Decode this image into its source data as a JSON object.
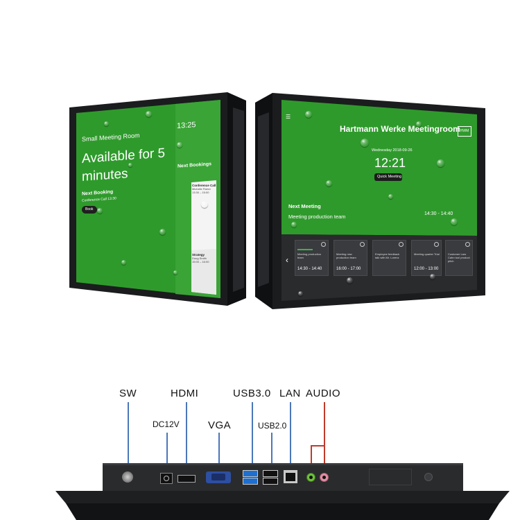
{
  "left_screen": {
    "room_name": "Small Meeting Room",
    "status": "Available for 5 minutes",
    "time": "13:25",
    "next_bookings_title": "Next Bookings",
    "next_booking_label": "Next Booking",
    "next_booking_detail": "Conference Call 13:30",
    "booking_button": "Book",
    "booking_card_1": {
      "title": "Conference Call",
      "person": "Michelle Fisher",
      "time": "13:30 – 15:00"
    },
    "booking_card_2": {
      "title": "Strategy",
      "person": "Doug Smith",
      "time": "15:00 – 16:00"
    }
  },
  "right_screen": {
    "room_name": "Hartmann Werke Meetingroom",
    "logo": "HWM",
    "date": "Wednesday 2018-09-26",
    "time": "12:21",
    "quick_meeting_button": "Quick Meeting",
    "next_meeting_label": "Next Meeting",
    "next_meeting_title": "Meeting production team",
    "next_meeting_time": "14:30 - 14:40",
    "cards": [
      {
        "title": "Meeting production team",
        "time": "14:30 - 14:40"
      },
      {
        "title": "Meeting new production team",
        "time": "16:00 - 17:00"
      },
      {
        "title": "Employee feedback talk with Mr. Lorenz",
        "time": ""
      },
      {
        "title": "Meeting quarter Trial",
        "time": "12:00 - 13:00"
      },
      {
        "title": "Customer Lars Cahn tool product pitch",
        "time": ""
      }
    ],
    "nav_prev": "‹"
  },
  "ports": {
    "sw": "SW",
    "dc12v": "DC12V",
    "hdmi": "HDMI",
    "vga": "VGA",
    "usb30": "USB3.0",
    "usb20": "USB2.0",
    "lan": "LAN",
    "audio": "AUDIO"
  },
  "colors": {
    "screen_green": "#2f9a2c",
    "bezel": "#1b1c1e",
    "label_line_blue": "#4a76b8",
    "label_line_red": "#c0392b",
    "usb3_blue": "#1e6fd0"
  }
}
